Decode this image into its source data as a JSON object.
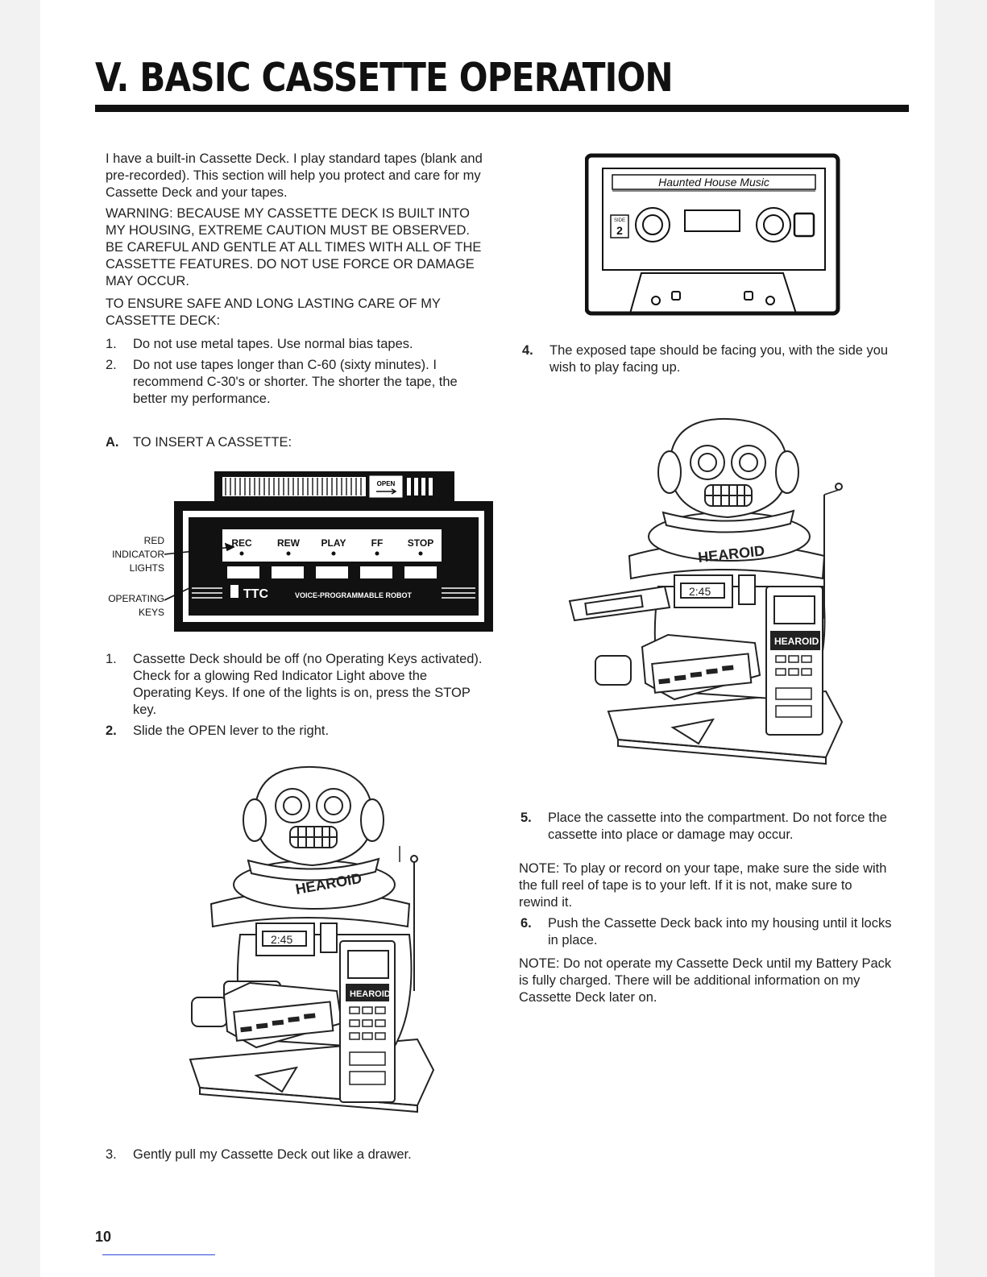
{
  "header": {
    "title": "V. BASIC CASSETTE OPERATION"
  },
  "intro": {
    "paragraph": "I have a built-in Cassette Deck. I play standard tapes (blank and pre-recorded). This section will help you protect and care for my Cassette Deck and your tapes.",
    "warning_label": "WARNING:",
    "warning_text": "BECAUSE MY CASSETTE DECK IS BUILT INTO MY HOUSING, EXTREME CAUTION MUST BE OBSERVED. BE CAREFUL AND GENTLE AT ALL TIMES WITH ALL OF THE CASSETTE FEATURES. DO NOT USE FORCE OR DAMAGE MAY OCCUR.",
    "ensure": "TO ENSURE SAFE AND LONG LASTING CARE OF MY CASSETTE DECK:",
    "care_items": [
      {
        "num": "1.",
        "text": "Do not use metal tapes. Use normal bias tapes."
      },
      {
        "num": "2.",
        "text": "Do not use tapes longer than C-60 (sixty minutes). I recommend C-30's or shorter. The shorter the tape, the better my performance."
      }
    ]
  },
  "section_a": {
    "letter": "A.",
    "heading": "TO INSERT A CASSETTE:"
  },
  "deck_diagram": {
    "open_label": "OPEN",
    "key_labels": [
      "REC",
      "REW",
      "PLAY",
      "FF",
      "STOP"
    ],
    "brand": "TTC",
    "brand_tag": "VOICE-PROGRAMMABLE ROBOT",
    "callout_red": [
      "RED",
      "INDICATOR",
      "LIGHTS"
    ],
    "callout_keys": [
      "OPERATING",
      "KEYS"
    ]
  },
  "cassette_diagram": {
    "label": "Haunted House Music",
    "side_word": "SIDE",
    "side_number": "2"
  },
  "robot": {
    "name": "HEAROID",
    "display_time": "2:45"
  },
  "steps_left": [
    {
      "num": "1.",
      "text": "Cassette Deck should be off (no Operating Keys activated). Check for a glowing Red Indicator Light above the Operating Keys. If one of the lights is on, press the STOP key."
    },
    {
      "num": "2.",
      "text": "Slide the OPEN lever to the right."
    }
  ],
  "step_3": {
    "num": "3.",
    "text": "Gently pull my Cassette Deck out like a drawer."
  },
  "step_4": {
    "num": "4.",
    "text": "The exposed tape should be facing you, with the side you wish to play facing up."
  },
  "step_5": {
    "num": "5.",
    "text": "Place the cassette into the compartment. Do not force the cassette into place or damage may occur."
  },
  "note_1": {
    "label": "NOTE:",
    "text": "To play or record on your tape, make sure the side with the full reel of tape is to your left. If it is not, make sure to rewind it."
  },
  "step_6": {
    "num": "6.",
    "text": "Push the Cassette Deck back into my housing until it locks in place."
  },
  "note_2": {
    "label": "NOTE:",
    "text": "Do not operate my Cassette Deck until my Battery Pack is fully charged. There will be additional information on my Cassette Deck later on."
  },
  "footer": {
    "page_number": "10"
  }
}
